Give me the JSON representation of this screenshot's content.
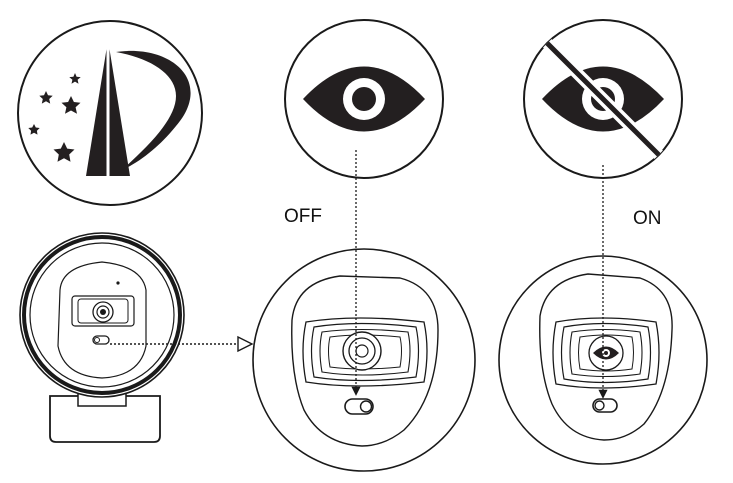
{
  "labels": {
    "off": "OFF",
    "on": "ON"
  },
  "colors": {
    "ink": "#231f20",
    "line": "#1a1a1a",
    "background": "#ffffff"
  },
  "icons": {
    "logo": "brand-logo-stars-swoosh",
    "eye_open": "eye-icon",
    "eye_slashed": "eye-off-icon"
  }
}
